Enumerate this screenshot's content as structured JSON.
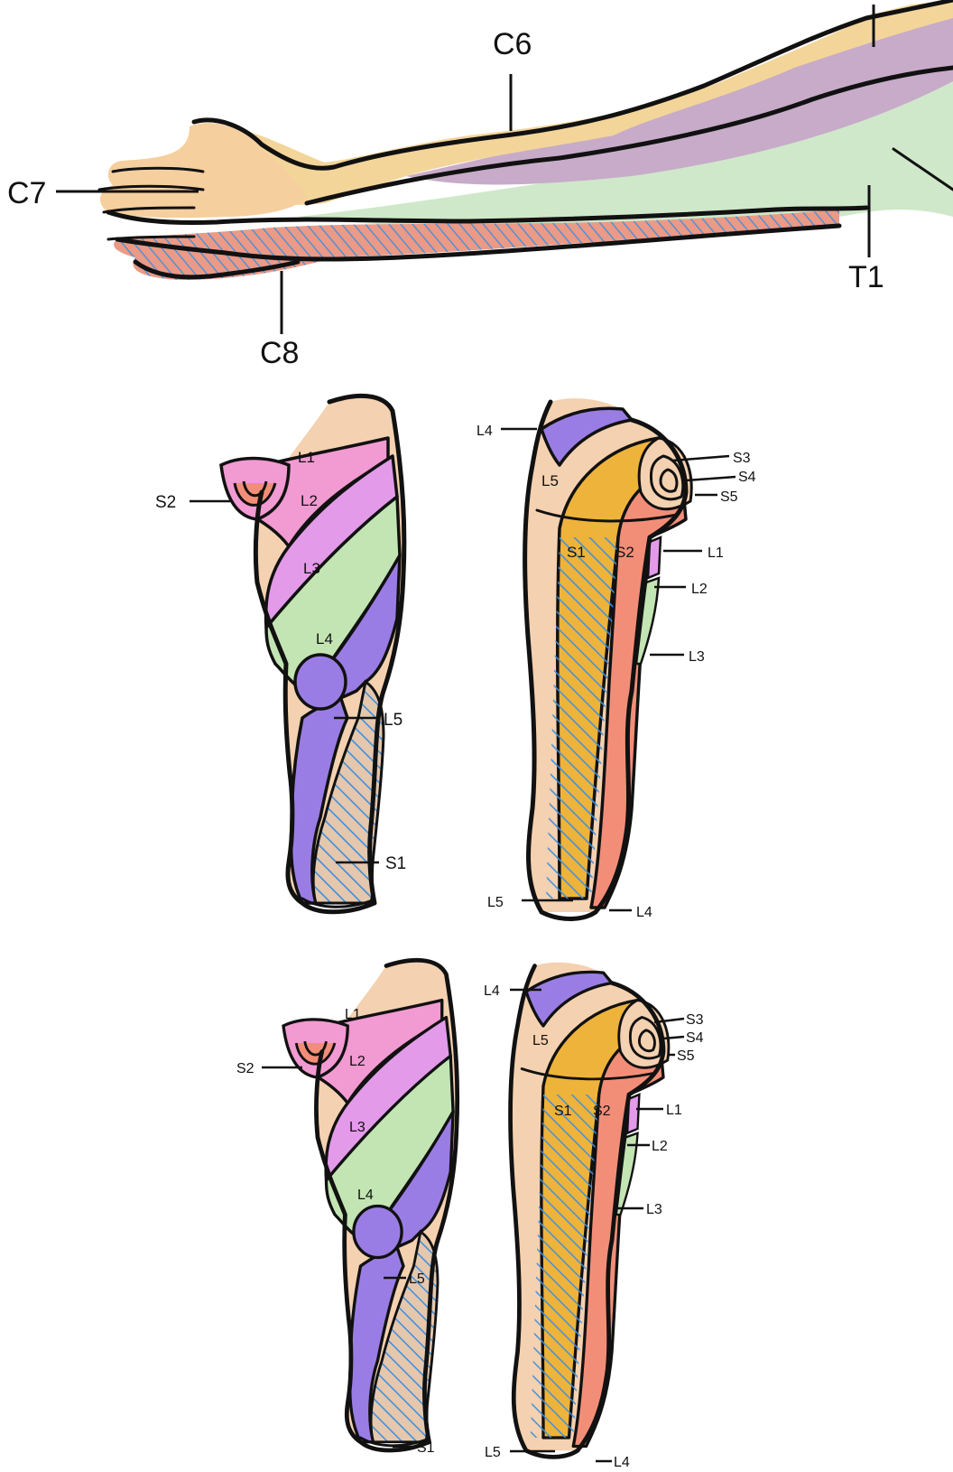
{
  "palette": {
    "c6_tan": "#f3d59a",
    "c5_lavender": "#c7abc9",
    "t1_green": "#cfe8c9",
    "c8_salmon": "#ea9a86",
    "hatch_blue": "#3d8fe0",
    "peach": "#f4d1b0",
    "pink": "#f29ad2",
    "magenta": "#e39ae9",
    "green": "#c3e5b3",
    "purple": "#9a7de4",
    "gold": "#eeb33a",
    "salmon": "#f28e78"
  },
  "arm": {
    "labels": {
      "c6": "C6",
      "c7": "C7",
      "c8": "C8",
      "t1": "T1"
    },
    "highlighted_dermatome": "C8"
  },
  "legs": [
    {
      "id": "top",
      "highlighted_dermatomes": [
        "L5",
        "S1"
      ],
      "front": {
        "s2": "S2",
        "l1": "L1",
        "l2": "L2",
        "l3": "L3",
        "l4": "L4",
        "l5": "L5",
        "s1": "S1"
      },
      "back": {
        "l4_top": "L4",
        "l5_in": "L5",
        "s3": "S3",
        "s4": "S4",
        "s5": "S5",
        "s1_in": "S1",
        "s2_in": "S2",
        "l1": "L1",
        "l2": "L2",
        "l3": "L3",
        "l5_foot": "L5",
        "l4_foot": "L4"
      }
    },
    {
      "id": "bottom",
      "highlighted_dermatomes": [
        "L5",
        "S1"
      ],
      "front": {
        "s2": "S2",
        "l1": "L1",
        "l2": "L2",
        "l3": "L3",
        "l4": "L4",
        "l5": "L5",
        "s1": "S1"
      },
      "back": {
        "l4_top": "L4",
        "l5_in": "L5",
        "s3": "S3",
        "s4": "S4",
        "s5": "S5",
        "s1_in": "S1",
        "s2_in": "S2",
        "l1": "L1",
        "l2": "L2",
        "l3": "L3",
        "l5_foot": "L5",
        "l4_foot": "L4"
      }
    }
  ]
}
